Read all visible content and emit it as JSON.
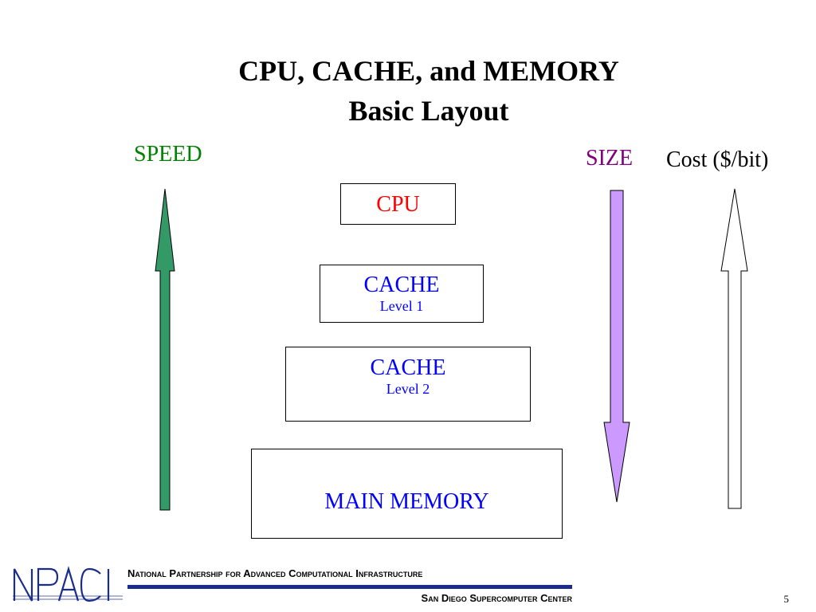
{
  "slide": {
    "title_line1": "CPU, CACHE, and MEMORY",
    "title_line2": "Basic Layout",
    "page_number": "5"
  },
  "labels": {
    "speed": "SPEED",
    "size": "SIZE",
    "cost": "Cost ($/bit)"
  },
  "boxes": {
    "cpu": {
      "main": "CPU"
    },
    "cache_l1": {
      "main": "CACHE",
      "sub": "Level 1"
    },
    "cache_l2": {
      "main": "CACHE",
      "sub": "Level 2"
    },
    "main_memory": {
      "main": "MAIN MEMORY"
    }
  },
  "footer": {
    "line1": "National Partnership for Advanced Computational Infrastructure",
    "line2": "San Diego Supercomputer Center",
    "logo_text": "NPACI"
  },
  "colors": {
    "speed": "#008000",
    "speed_arrow": "#339966",
    "size": "#800080",
    "size_arrow": "#cc99ff",
    "cpu_text": "#ff0000",
    "box_text": "#0000ff",
    "footer_rule": "#1a2d8c",
    "logo": "#1a2d8c"
  },
  "icons": {
    "speed_arrow": "arrow-up-icon",
    "size_arrow": "arrow-down-icon",
    "cost_arrow": "arrow-up-icon"
  }
}
